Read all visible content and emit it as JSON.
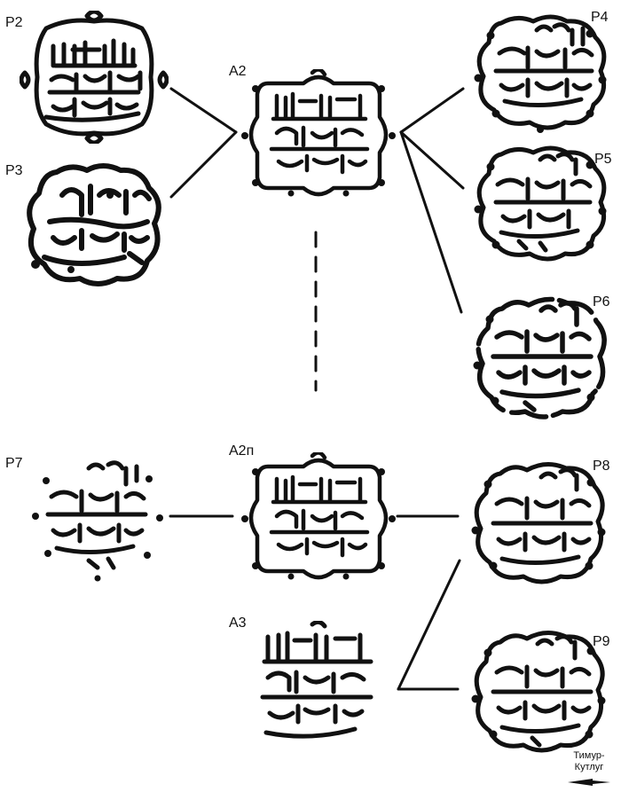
{
  "labels": {
    "P2": "P2",
    "P3": "P3",
    "P4": "P4",
    "P5": "P5",
    "P6": "P6",
    "P7": "P7",
    "P8": "P8",
    "P9": "P9",
    "A2": "A2",
    "A2n": "A2п",
    "A3": "A3"
  },
  "footer": {
    "line1": "Тимур-",
    "line2": "Кутлуг"
  },
  "colors": {
    "ink": "#111111",
    "paper": "#ffffff"
  }
}
